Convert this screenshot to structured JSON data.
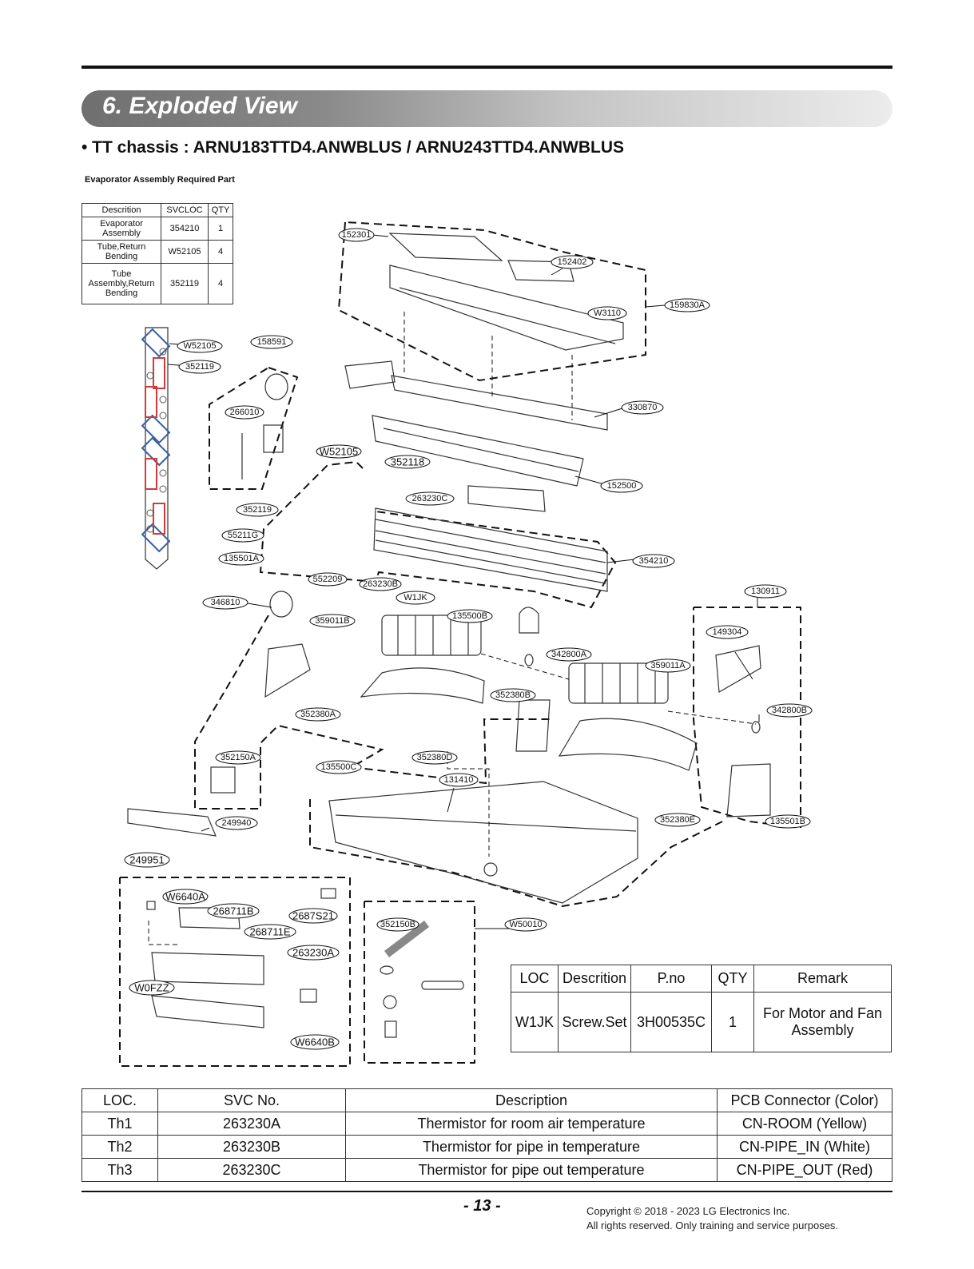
{
  "section_title": "6. Exploded View",
  "subtitle": "• TT chassis : ARNU183TTD4.ANWBLUS / ARNU243TTD4.ANWBLUS",
  "evaporator": {
    "caption": "Evaporator Assembly Required Part",
    "headers": [
      "Descrition",
      "SVCLOC",
      "QTY"
    ],
    "rows": [
      [
        "Evaporator Assembly",
        "354210",
        "1"
      ],
      [
        "Tube,Return Bending",
        "W52105",
        "4"
      ],
      [
        "Tube Assembly,Return Bending",
        "352119",
        "4"
      ]
    ]
  },
  "callouts": {
    "c152301": "152301",
    "c152402": "152402",
    "c159830A": "159830A",
    "cW3110": "W3110",
    "c158591": "158591",
    "cW52105_left": "W52105",
    "c352119_left": "352119",
    "c266010": "266010",
    "c330870": "330870",
    "cW52105": "W52105",
    "c352118": "352118",
    "c263230C": "263230C",
    "c152500": "152500",
    "c352119": "352119",
    "c55211G": "55211G",
    "c135501A": "135501A",
    "c552209": "552209",
    "c263230B": "263230B",
    "cW1JK": "W1JK",
    "c354210": "354210",
    "c346810": "346810",
    "c359011B": "359011B",
    "c135500B": "135500B",
    "c130911": "130911",
    "c149304": "149304",
    "c342800A": "342800A",
    "c359011A": "359011A",
    "c352380B": "352380B",
    "c342800B": "342800B",
    "c352380A": "352380A",
    "c352150A": "352150A",
    "c135500C": "135500C",
    "c352380D": "352380D",
    "c131410": "131410",
    "c249940": "249940",
    "c352380E": "352380E",
    "c135501B": "135501B",
    "c249951": "249951",
    "cW6640A": "W6640A",
    "c268711B": "268711B",
    "c2687S21": "2687S21",
    "c268711E": "268711E",
    "c263230A": "263230A",
    "cW0FZZ": "W0FZZ",
    "cW6640B": "W6640B",
    "c352150B": "352150B",
    "cW50010": "W50010"
  },
  "screw_set": {
    "headers": [
      "LOC",
      "Descrition",
      "P.no",
      "QTY",
      "Remark"
    ],
    "row": [
      "W1JK",
      "Screw.Set",
      "3H00535C",
      "1",
      "For Motor and Fan Assembly"
    ]
  },
  "thermistors": {
    "headers": [
      "LOC.",
      "SVC No.",
      "Description",
      "PCB Connector (Color)"
    ],
    "rows": [
      [
        "Th1",
        "263230A",
        "Thermistor for room air temperature",
        "CN-ROOM (Yellow)"
      ],
      [
        "Th2",
        "263230B",
        "Thermistor for pipe in temperature",
        "CN-PIPE_IN (White)"
      ],
      [
        "Th3",
        "263230C",
        "Thermistor for pipe out temperature",
        "CN-PIPE_OUT (Red)"
      ]
    ]
  },
  "footer": {
    "page_number": "- 13 -",
    "copyright_line1": "Copyright © 2018 - 2023 LG Electronics Inc.",
    "copyright_line2": "All rights reserved. Only training and service purposes."
  },
  "colors": {
    "banner_dark": "#6f6f6f",
    "blue_marker": "#3a5f9e",
    "red_marker": "#d23a3a"
  }
}
